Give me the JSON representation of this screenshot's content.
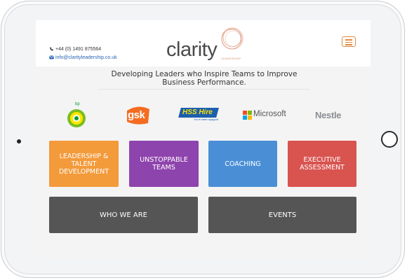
{
  "header": {
    "phone": "+44 (0) 1491 875564",
    "email": "info@clarityleadership.co.uk",
    "logo_text": "clarity",
    "logo_subtext": "LEADERSHIP"
  },
  "tagline": "Developing Leaders who Inspire Teams to Improve Business Performance.",
  "clients": {
    "bp": "bp",
    "gsk": "gsk",
    "hss": "HSS Hire",
    "hss_sub": "You're better equipped",
    "microsoft": "Microsoft",
    "nestle": "Nestle"
  },
  "tiles": [
    {
      "label": "LEADERSHIP & TALENT DEVELOPMENT",
      "color": "#f39a3b"
    },
    {
      "label": "UNSTOPPABLE TEAMS",
      "color": "#8e44ad"
    },
    {
      "label": "COACHING",
      "color": "#4a8fd6"
    },
    {
      "label": "EXECUTIVE ASSESSMENT",
      "color": "#d9534f"
    }
  ],
  "wide_tiles": [
    {
      "label": "WHO WE ARE",
      "color": "#555555"
    },
    {
      "label": "EVENTS",
      "color": "#555555"
    }
  ]
}
